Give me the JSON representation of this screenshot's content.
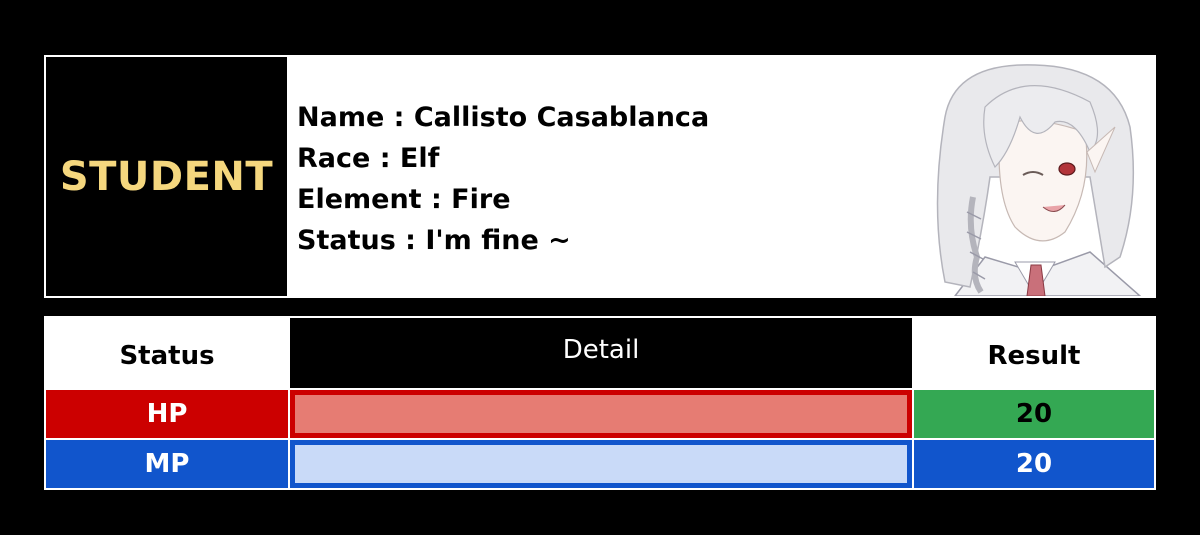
{
  "card": {
    "badge": "STUDENT",
    "lines": [
      "Name : Callisto Casablanca",
      "Race : Elf",
      "Element : Fire",
      "Status : I'm fine ~"
    ]
  },
  "table": {
    "headers": {
      "status": "Status",
      "detail": "Detail",
      "result": "Result"
    },
    "rows": [
      {
        "label": "HP",
        "result": "20",
        "fill_fraction": 1.0
      },
      {
        "label": "MP",
        "result": "20",
        "fill_fraction": 1.0
      }
    ]
  },
  "colors": {
    "badge_text": "#f5d77e",
    "hp_primary": "#cc0000",
    "hp_bar": "#e67c73",
    "hp_result_bg": "#34a853",
    "mp_primary": "#1155cc",
    "mp_bar": "#c9daf8"
  }
}
